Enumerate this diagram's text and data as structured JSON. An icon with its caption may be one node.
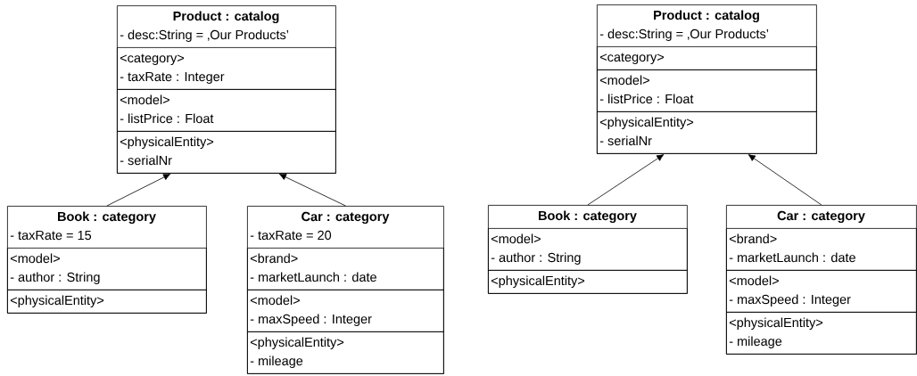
{
  "diagram": {
    "nodes": [
      {
        "text": [
          "Product : catalog",
          "- desc:String = ‚Our Products’"
        ]
      },
      {
        "text": [
          "<category>",
          "- taxRate : Integer"
        ],
        "in": 0
      },
      {
        "text": [
          "<model>",
          "- listPrice : Float"
        ],
        "in": 0
      },
      {
        "text": [
          "<physicalEntity>",
          "- serialNr"
        ],
        "in": 0
      },
      {
        "text": [
          "Book : category",
          "- taxRate = 15"
        ]
      },
      {
        "text": [
          "<model>",
          "- author : String"
        ],
        "in": 4
      },
      {
        "text": [
          "<physicalEntity>"
        ],
        "in": 4
      },
      {
        "text": [
          "Car : category",
          "- taxRate = 20"
        ]
      },
      {
        "text": [
          "<brand>",
          "- marketLaunch : date"
        ],
        "in": 7
      },
      {
        "text": [
          "<model>",
          "- maxSpeed : Integer"
        ],
        "in": 7
      },
      {
        "text": [
          "<physicalEntity>",
          "- mileage"
        ],
        "in": 7
      },
      {
        "text": [
          "Product : catalog",
          "- desc:String = ‚Our Products’"
        ]
      },
      {
        "text": [
          "<category>"
        ],
        "in": 11
      },
      {
        "text": [
          "<model>",
          "- listPrice : Float"
        ],
        "in": 11
      },
      {
        "text": [
          "<physicalEntity>",
          "- serialNr"
        ],
        "in": 11
      },
      {
        "text": [
          "Book : category"
        ]
      },
      {
        "text": [
          "<model>",
          "- author : String"
        ],
        "in": 15
      },
      {
        "text": [
          "<physicalEntity>"
        ],
        "in": 15
      },
      {
        "text": [
          "Car : category"
        ]
      },
      {
        "text": [
          "<brand>",
          "- marketLaunch : date"
        ],
        "in": 18
      },
      {
        "text": [
          "<model>",
          "- maxSpeed : Integer"
        ],
        "in": 18
      },
      {
        "text": [
          "<physicalEntity>",
          "- mileage"
        ],
        "in": 18
      }
    ],
    "edges": [
      {
        "from": 4,
        "to": 0,
        "arrow": "to"
      },
      {
        "from": 7,
        "to": 0,
        "arrow": "to"
      },
      {
        "from": 15,
        "to": 11,
        "arrow": "to"
      },
      {
        "from": 18,
        "to": 11,
        "arrow": "to"
      }
    ]
  }
}
